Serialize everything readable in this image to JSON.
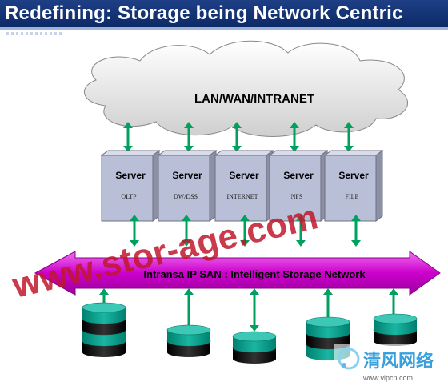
{
  "title": "Redefining: Storage being Network Centric",
  "cloud_label": "LAN/WAN/INTRANET",
  "servers": [
    {
      "heading": "Server",
      "role": "OLTP"
    },
    {
      "heading": "Server",
      "role": "DW/DSS"
    },
    {
      "heading": "Server",
      "role": "INTERNET"
    },
    {
      "heading": "Server",
      "role": "NFS"
    },
    {
      "heading": "Server",
      "role": "FILE"
    }
  ],
  "san_label": "Intransa IP SAN : Intelligent  Storage Network",
  "watermark": {
    "text": "www.stor-age.com",
    "logo_chars": "清风网络",
    "logo_url": "www.vipcn.com"
  },
  "colors": {
    "title_bg": "#0c2a66",
    "san_band": "#cc00cc",
    "arrow": "#00a060",
    "storage_teal": "#009a8a",
    "server_box": "#b9bfd6",
    "watermark": "#c0182c"
  }
}
